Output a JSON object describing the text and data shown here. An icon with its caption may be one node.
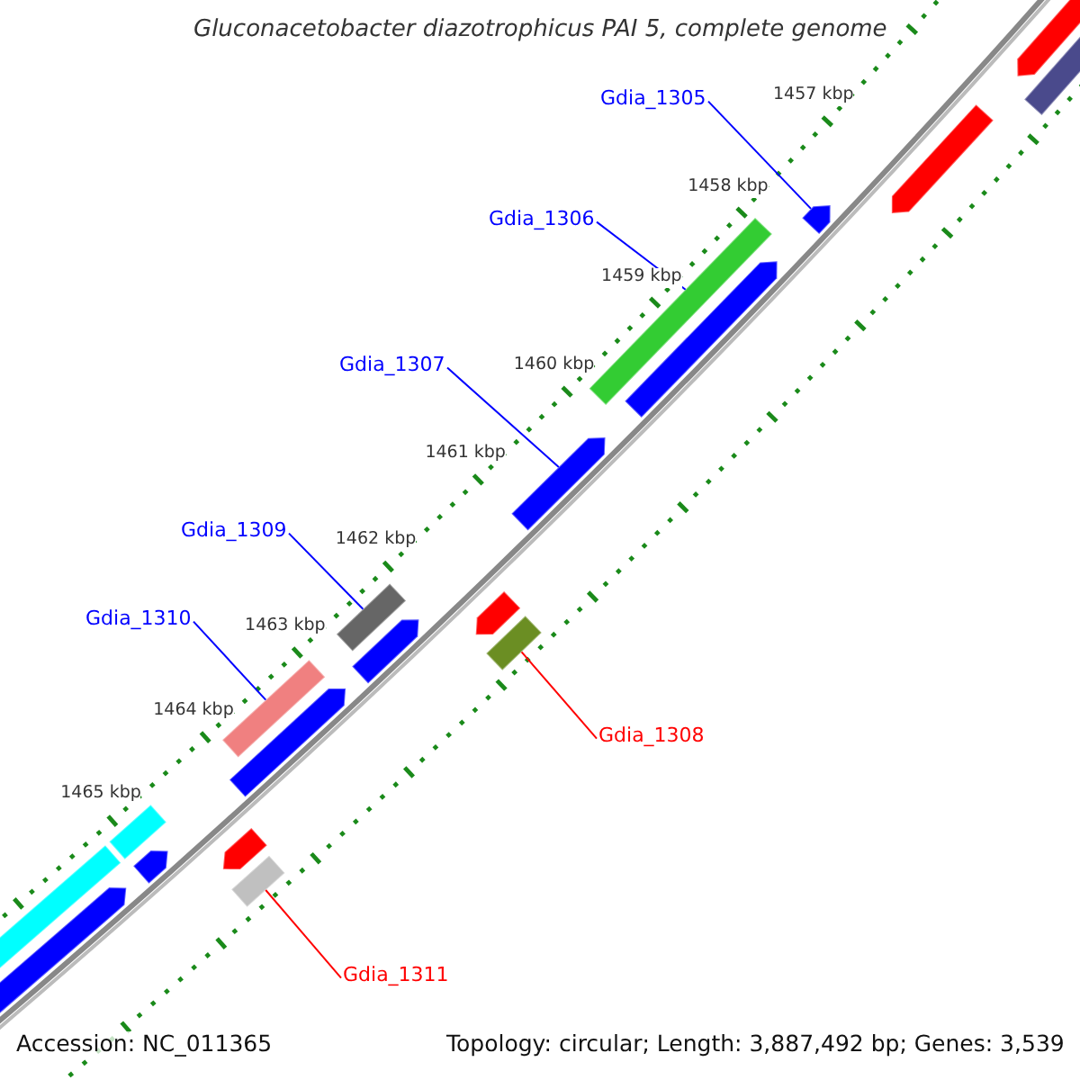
{
  "diagram": {
    "title": "Gluconacetobacter diazotrophicus PAI 5, complete genome",
    "nodes": [
      {
        "text": [
          "Gdia_1305"
        ]
      },
      {
        "text": [],
        "shape": "arrow"
      },
      {
        "text": [
          "Gdia_1306"
        ]
      },
      {
        "text": [],
        "shape": "bar"
      },
      {
        "text": [
          "Gdia_1307"
        ]
      },
      {
        "text": [],
        "shape": "arrow"
      },
      {
        "text": [
          "Gdia_1309"
        ]
      },
      {
        "text": [],
        "shape": "bar"
      },
      {
        "text": [
          "Gdia_1310"
        ]
      },
      {
        "text": [],
        "shape": "bar"
      },
      {
        "text": [
          "Gdia_1308"
        ]
      },
      {
        "text": [],
        "shape": "bar"
      },
      {
        "text": [
          "Gdia_1311"
        ]
      },
      {
        "text": [],
        "shape": "bar"
      },
      {
        "text": [],
        "shape": "arrow"
      },
      {
        "text": [],
        "shape": "bar"
      },
      {
        "text": [],
        "shape": "arrow"
      },
      {
        "text": [],
        "shape": "arrow"
      },
      {
        "text": [],
        "shape": "arrow"
      },
      {
        "text": [],
        "shape": "arrow"
      },
      {
        "text": [],
        "shape": "arrow"
      },
      {
        "text": [],
        "shape": "bar"
      },
      {
        "text": [],
        "shape": "arrow"
      },
      {
        "text": [],
        "shape": "arrow"
      },
      {
        "text": [],
        "shape": "bar"
      },
      {
        "text": [],
        "shape": "arrow"
      }
    ],
    "edges": [
      {
        "from": 0,
        "to": 1,
        "arrow": "none"
      },
      {
        "from": 2,
        "to": 3,
        "arrow": "none"
      },
      {
        "from": 4,
        "to": 5,
        "arrow": "none"
      },
      {
        "from": 6,
        "to": 7,
        "arrow": "none"
      },
      {
        "from": 8,
        "to": 9,
        "arrow": "none"
      },
      {
        "from": 10,
        "to": 11,
        "arrow": "none",
        "color": "#ff0000"
      },
      {
        "from": 12,
        "to": 13,
        "arrow": "none",
        "color": "#ff0000"
      }
    ],
    "labels": [
      "1457 kbp",
      "1458 kbp",
      "1459 kbp",
      "1460 kbp",
      "1461 kbp",
      "1462 kbp",
      "1463 kbp",
      "1464 kbp",
      "1465 kbp",
      "Accession: NC_011365",
      "Topology: circular; Length: 3,887,492 bp; Genes: 3,539"
    ]
  }
}
